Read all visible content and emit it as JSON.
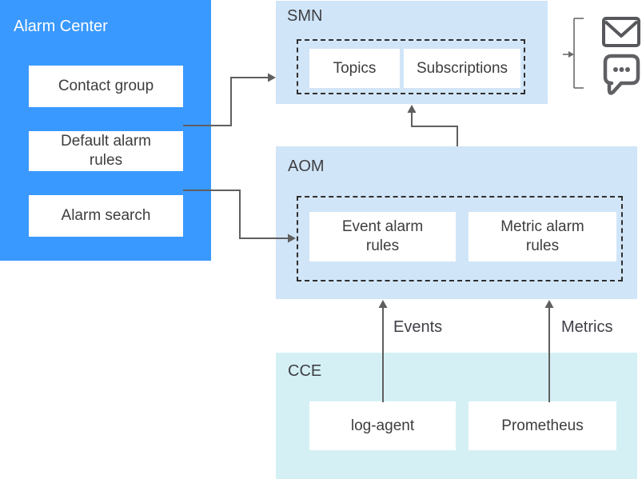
{
  "colors": {
    "accent_blue": "#3A99FE",
    "panel_light_blue": "#D1E5F8",
    "panel_light_cyan": "#D4F0F5",
    "node_white": "#FFFFFF",
    "connector_gray": "#5F5F5F",
    "dashed_border": "#2F2F2F",
    "icon_gray": "#57585C",
    "text_dark": "#3D3D3F",
    "title_on_blue": "#FFFFFF"
  },
  "alarm_center": {
    "title": "Alarm Center",
    "items": [
      {
        "label": "Contact group"
      },
      {
        "label": "Default alarm\nrules"
      },
      {
        "label": "Alarm search"
      }
    ]
  },
  "smn": {
    "title": "SMN",
    "items": [
      {
        "label": "Topics"
      },
      {
        "label": "Subscriptions"
      }
    ]
  },
  "aom": {
    "title": "AOM",
    "items": [
      {
        "label": "Event alarm\nrules"
      },
      {
        "label": "Metric alarm\nrules"
      }
    ]
  },
  "cce": {
    "title": "CCE",
    "items": [
      {
        "label": "log-agent"
      },
      {
        "label": "Prometheus"
      }
    ]
  },
  "edge_labels": {
    "events": "Events",
    "metrics": "Metrics"
  },
  "icons": [
    {
      "name": "email-icon"
    },
    {
      "name": "sms-icon"
    }
  ]
}
